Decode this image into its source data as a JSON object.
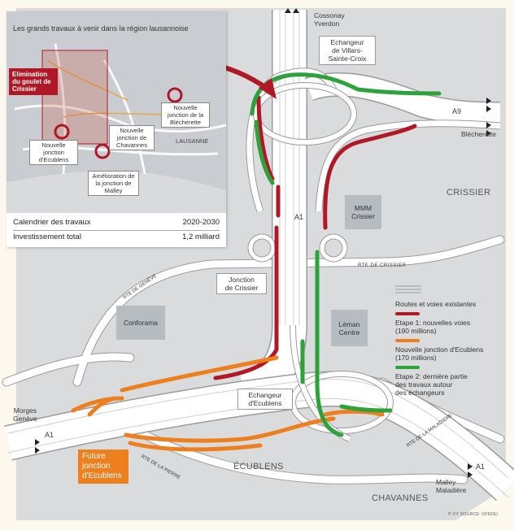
{
  "colors": {
    "background": "#fdf8ee",
    "terrain": "#d8d9db",
    "road": "#ffffff",
    "road_edge": "#9b9b9b",
    "stage1": "#b01827",
    "new_junction": "#ee7f1e",
    "stage2": "#2ea23a",
    "building": "#b6bcc0"
  },
  "inset": {
    "title": "Les grands travaux à venir dans la région lausannoise",
    "labels": {
      "goulet": "Elimination du goulet de Crissier",
      "ecublens": "Nouvelle jonction d'Ecublens",
      "chavannes": "Nouvelle jonction de Chavannes",
      "malley": "Amélioration de la jonction de Malley",
      "blecherette": "Nouvelle jonction de la Blécherette",
      "lausanne": "LAUSANNE"
    },
    "schedule_label": "Calendrier des travaux",
    "schedule_value": "2020-2030",
    "investment_label": "Investissement total",
    "investment_value": "1,2 milliard"
  },
  "map": {
    "places": {
      "crissier": "CRISSIER",
      "ecublens": "ÉCUBLENS",
      "chavannes": "CHAVANNES"
    },
    "destinations": {
      "cossonay": "Cossonay\nYverdon",
      "blecherette": "Blécherette",
      "morges": "Morges\nGenève",
      "malley": "Malley\nMaladière"
    },
    "interchanges": {
      "villars": "Echangeur\nde Villars-\nSainte-Croix",
      "crissier_junction": "Jonction\nde Crissier",
      "ecublens_interchange": "Echangeur\nd'Ecublens"
    },
    "roads": {
      "a9": "A9",
      "a1_north": "A1",
      "a1_west": "A1",
      "a1_east": "A1",
      "rte_crissier": "RTE DE CRISSIER",
      "rte_geneve": "RTE DE GENÈVE",
      "rte_maladiere": "RTE DE LA MALADIERE",
      "rte_pierre": "RTE DE LA PIERRE"
    },
    "pois": {
      "mmm": "MMM\nCrissier",
      "conforama": "Conforama",
      "leman": "Léman\nCentre"
    },
    "future_ecublens": "Future\njonction\nd'Ecublens"
  },
  "legend": {
    "existing": "Routes et voies existantes",
    "stage1": "Etape 1: nouvelles voies\n(190 millions)",
    "new_junction": "Nouvelle jonction d'Ecublens\n(170 millions)",
    "stage2": "Etape 2: dernière partie\ndes travaux autour\ndes échangeurs"
  },
  "credit": "P. FY SOURCE: OFROU"
}
